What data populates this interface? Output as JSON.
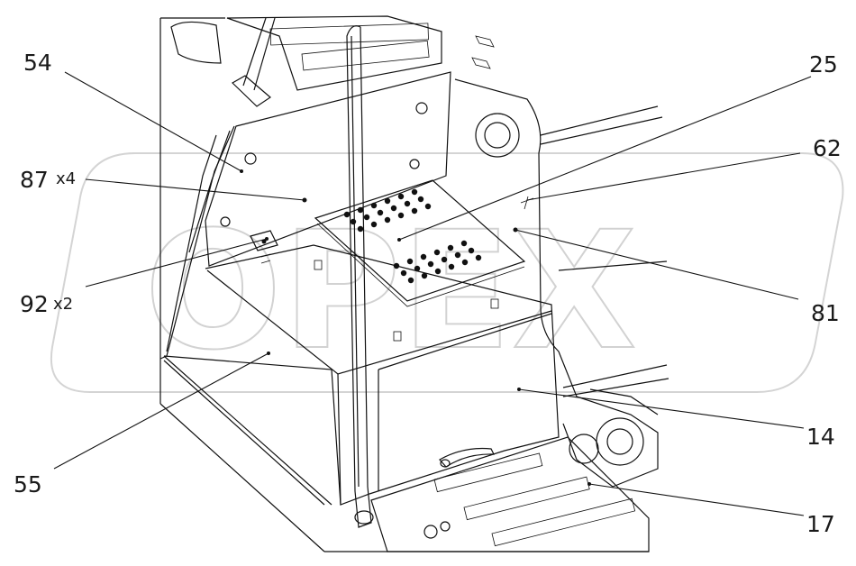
{
  "watermark": {
    "text": "OPEX"
  },
  "corner_note": "",
  "callouts": [
    {
      "id": "54",
      "label": "54",
      "multiplier": ""
    },
    {
      "id": "87",
      "label": "87",
      "multiplier": "x4"
    },
    {
      "id": "92",
      "label": "92",
      "multiplier": "x2"
    },
    {
      "id": "55",
      "label": "55",
      "multiplier": ""
    },
    {
      "id": "25",
      "label": "25",
      "multiplier": ""
    },
    {
      "id": "62",
      "label": "62",
      "multiplier": ""
    },
    {
      "id": "81",
      "label": "81",
      "multiplier": ""
    },
    {
      "id": "14",
      "label": "14",
      "multiplier": ""
    },
    {
      "id": "17",
      "label": "17",
      "multiplier": ""
    }
  ]
}
